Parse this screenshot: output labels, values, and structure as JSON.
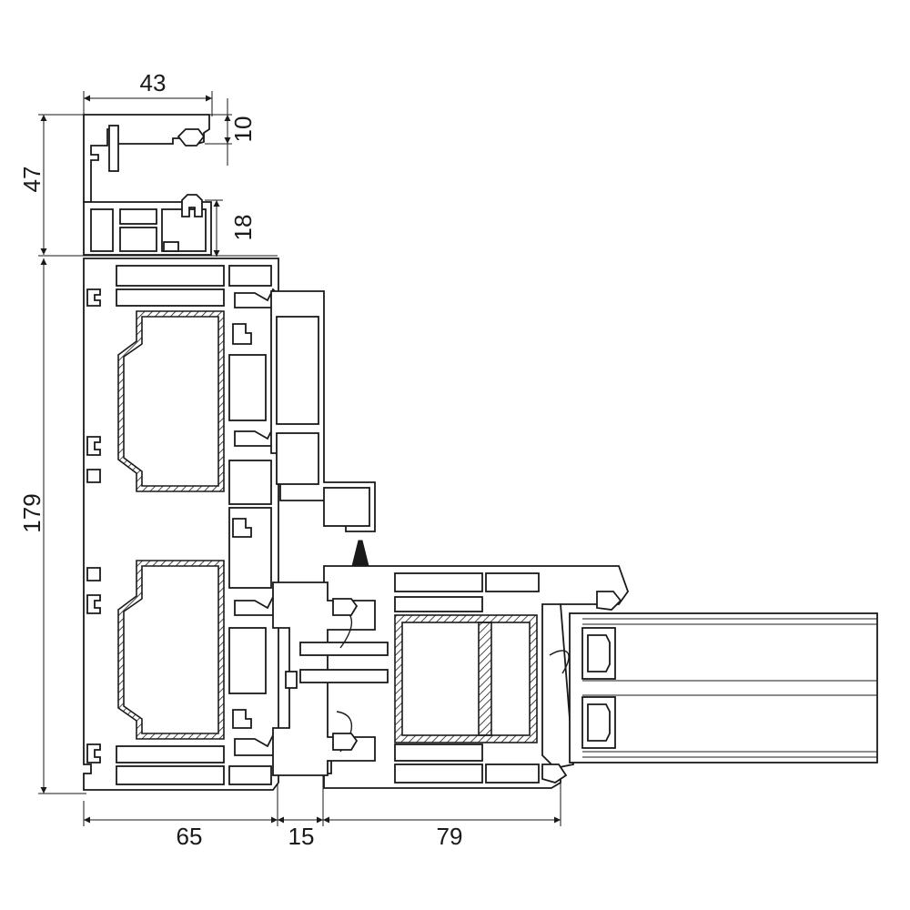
{
  "dimensions": {
    "top_width": "43",
    "top_upper_height": "10",
    "top_lower_height": "18",
    "top_total_height": "47",
    "frame_height": "179",
    "frame_width": "65",
    "gap_width": "15",
    "sash_width": "79"
  },
  "colors": {
    "line": "#1a1a1a",
    "background": "#ffffff"
  }
}
